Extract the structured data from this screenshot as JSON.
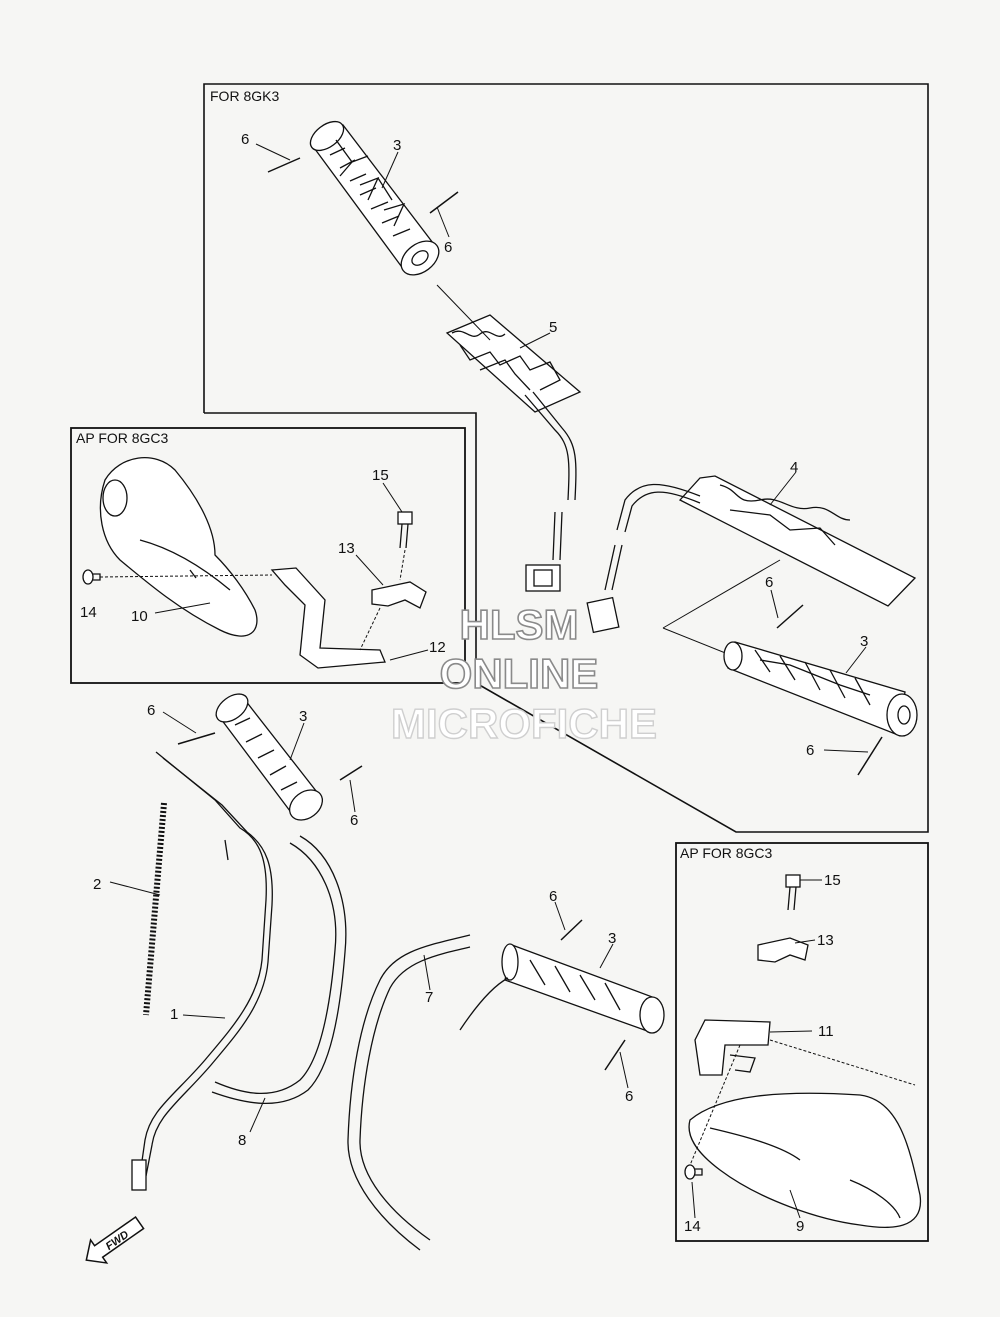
{
  "boxes": {
    "box_8gk3": "FOR 8GK3",
    "box_ap_left": "AP FOR 8GC3",
    "box_ap_right": "AP FOR 8GC3"
  },
  "watermark": {
    "line1": "HLSM",
    "line2": "ONLINE",
    "line3": "MICROFICHE"
  },
  "fwd_label": "FWD",
  "callouts": [
    {
      "id": "c6a",
      "text": "6"
    },
    {
      "id": "c3a",
      "text": "3"
    },
    {
      "id": "c6b",
      "text": "6"
    },
    {
      "id": "c5",
      "text": "5"
    },
    {
      "id": "c4",
      "text": "4"
    },
    {
      "id": "c6c",
      "text": "6"
    },
    {
      "id": "c3b",
      "text": "3"
    },
    {
      "id": "c6d",
      "text": "6"
    },
    {
      "id": "c15a",
      "text": "15"
    },
    {
      "id": "c13a",
      "text": "13"
    },
    {
      "id": "c14a",
      "text": "14"
    },
    {
      "id": "c10",
      "text": "10"
    },
    {
      "id": "c12",
      "text": "12"
    },
    {
      "id": "c6e",
      "text": "6"
    },
    {
      "id": "c3c",
      "text": "3"
    },
    {
      "id": "c6f",
      "text": "6"
    },
    {
      "id": "c2",
      "text": "2"
    },
    {
      "id": "c1",
      "text": "1"
    },
    {
      "id": "c8",
      "text": "8"
    },
    {
      "id": "c7",
      "text": "7"
    },
    {
      "id": "c6g",
      "text": "6"
    },
    {
      "id": "c3d",
      "text": "3"
    },
    {
      "id": "c6h",
      "text": "6"
    },
    {
      "id": "c15b",
      "text": "15"
    },
    {
      "id": "c13b",
      "text": "13"
    },
    {
      "id": "c11",
      "text": "11"
    },
    {
      "id": "c14b",
      "text": "14"
    },
    {
      "id": "c9",
      "text": "9"
    }
  ]
}
